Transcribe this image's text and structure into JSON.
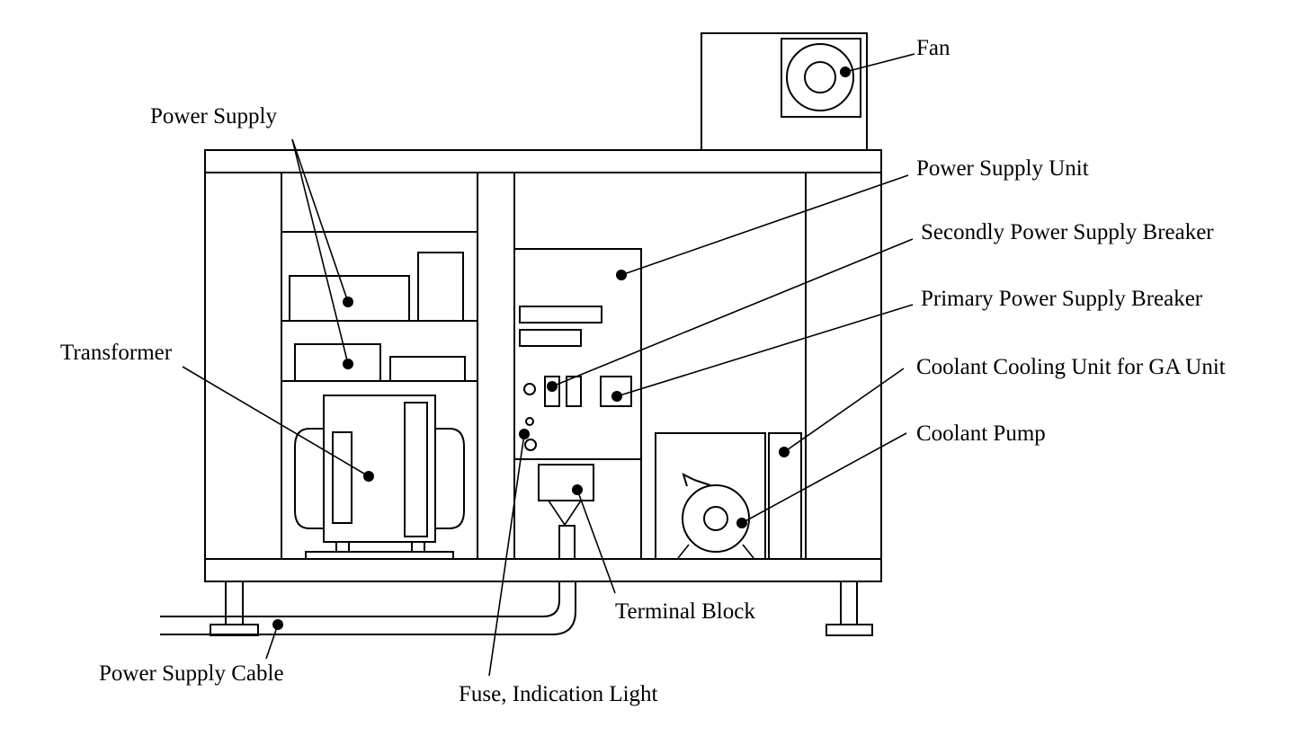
{
  "labels": {
    "fan": "Fan",
    "power_supply": "Power Supply",
    "power_supply_unit": "Power Supply Unit",
    "secondly_breaker": "Secondly Power Supply Breaker",
    "primary_breaker": "Primary Power Supply Breaker",
    "coolant_cooling_unit": "Coolant Cooling Unit for GA Unit",
    "coolant_pump": "Coolant Pump",
    "transformer": "Transformer",
    "terminal_block": "Terminal Block",
    "power_supply_cable": "Power Supply Cable",
    "fuse_indication_light": "Fuse, Indication Light"
  }
}
